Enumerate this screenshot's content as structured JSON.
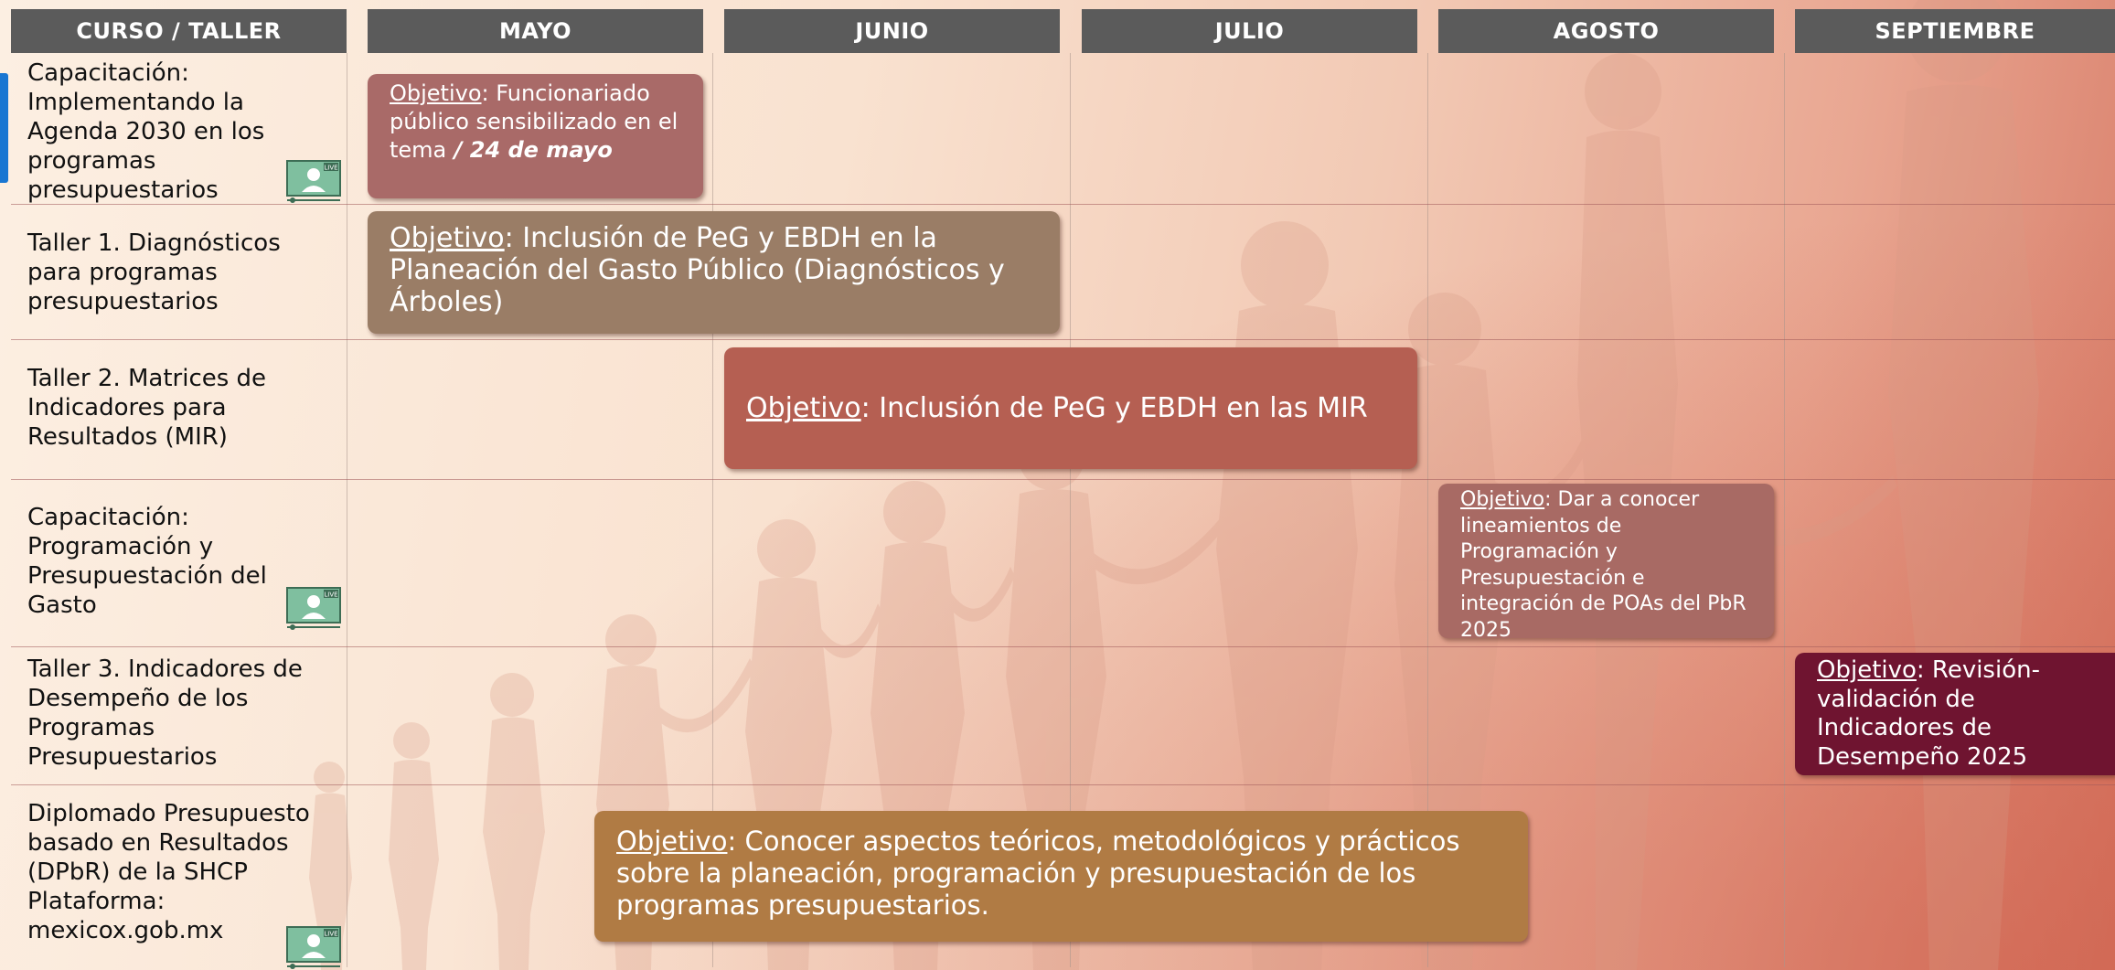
{
  "headers": {
    "course": "CURSO / TALLER",
    "months": [
      "MAYO",
      "JUNIO",
      "JULIO",
      "AGOSTO",
      "SEPTIEMBRE"
    ]
  },
  "rows": [
    {
      "course": "Capacitación: Implementando la Agenda 2030 en los programas presupuestarios",
      "live": true
    },
    {
      "course": "Taller 1. Diagnósticos para programas presupuestarios",
      "live": false
    },
    {
      "course": "Taller 2. Matrices de Indicadores para Resultados (MIR)",
      "live": false
    },
    {
      "course": "Capacitación: Programación y Presupuestación del Gasto",
      "live": true
    },
    {
      "course": "Taller 3. Indicadores de Desempeño de los Programas Presupuestarios",
      "live": false
    },
    {
      "course": "Diplomado Presupuesto basado en Resultados (DPbR) de la SHCP Plataforma: mexicox.gob.mx",
      "live": true
    }
  ],
  "objectives": [
    {
      "keyword": "Objetivo",
      "text": ": Funcionariado público sensibilizado en el tema",
      "date": " / 24 de mayo",
      "color": "#a96a68"
    },
    {
      "keyword": "Objetivo",
      "text": ": Inclusión de PeG y EBDH en la Planeación del Gasto Público (Diagnósticos y Árboles)",
      "date": "",
      "color": "#9a7d66"
    },
    {
      "keyword": "Objetivo",
      "text": ": Inclusión de PeG y EBDH en las MIR",
      "date": "",
      "color": "#b55f52"
    },
    {
      "keyword": "Objetivo",
      "text": ": Dar a conocer lineamientos de Programación y Presupuestación e integración de POAs del PbR 2025",
      "date": "",
      "color": "#a86a64"
    },
    {
      "keyword": "Objetivo",
      "text": ": Revisión-validación de Indicadores de Desempeño 2025",
      "date": "",
      "color": "#6f1430"
    },
    {
      "keyword": "Objetivo",
      "text": ": Conocer aspectos teóricos, metodológicos y prácticos sobre la planeación, programación y presupuestación de los programas presupuestarios.",
      "date": "",
      "color": "#b07b44"
    }
  ],
  "icons": {
    "live": "live-video-icon",
    "live_badge": "LIVE"
  },
  "colors": {
    "header_bg": "#5b5b5b",
    "row_divider": "#a05a5a",
    "left_strip": "#1976d2"
  }
}
